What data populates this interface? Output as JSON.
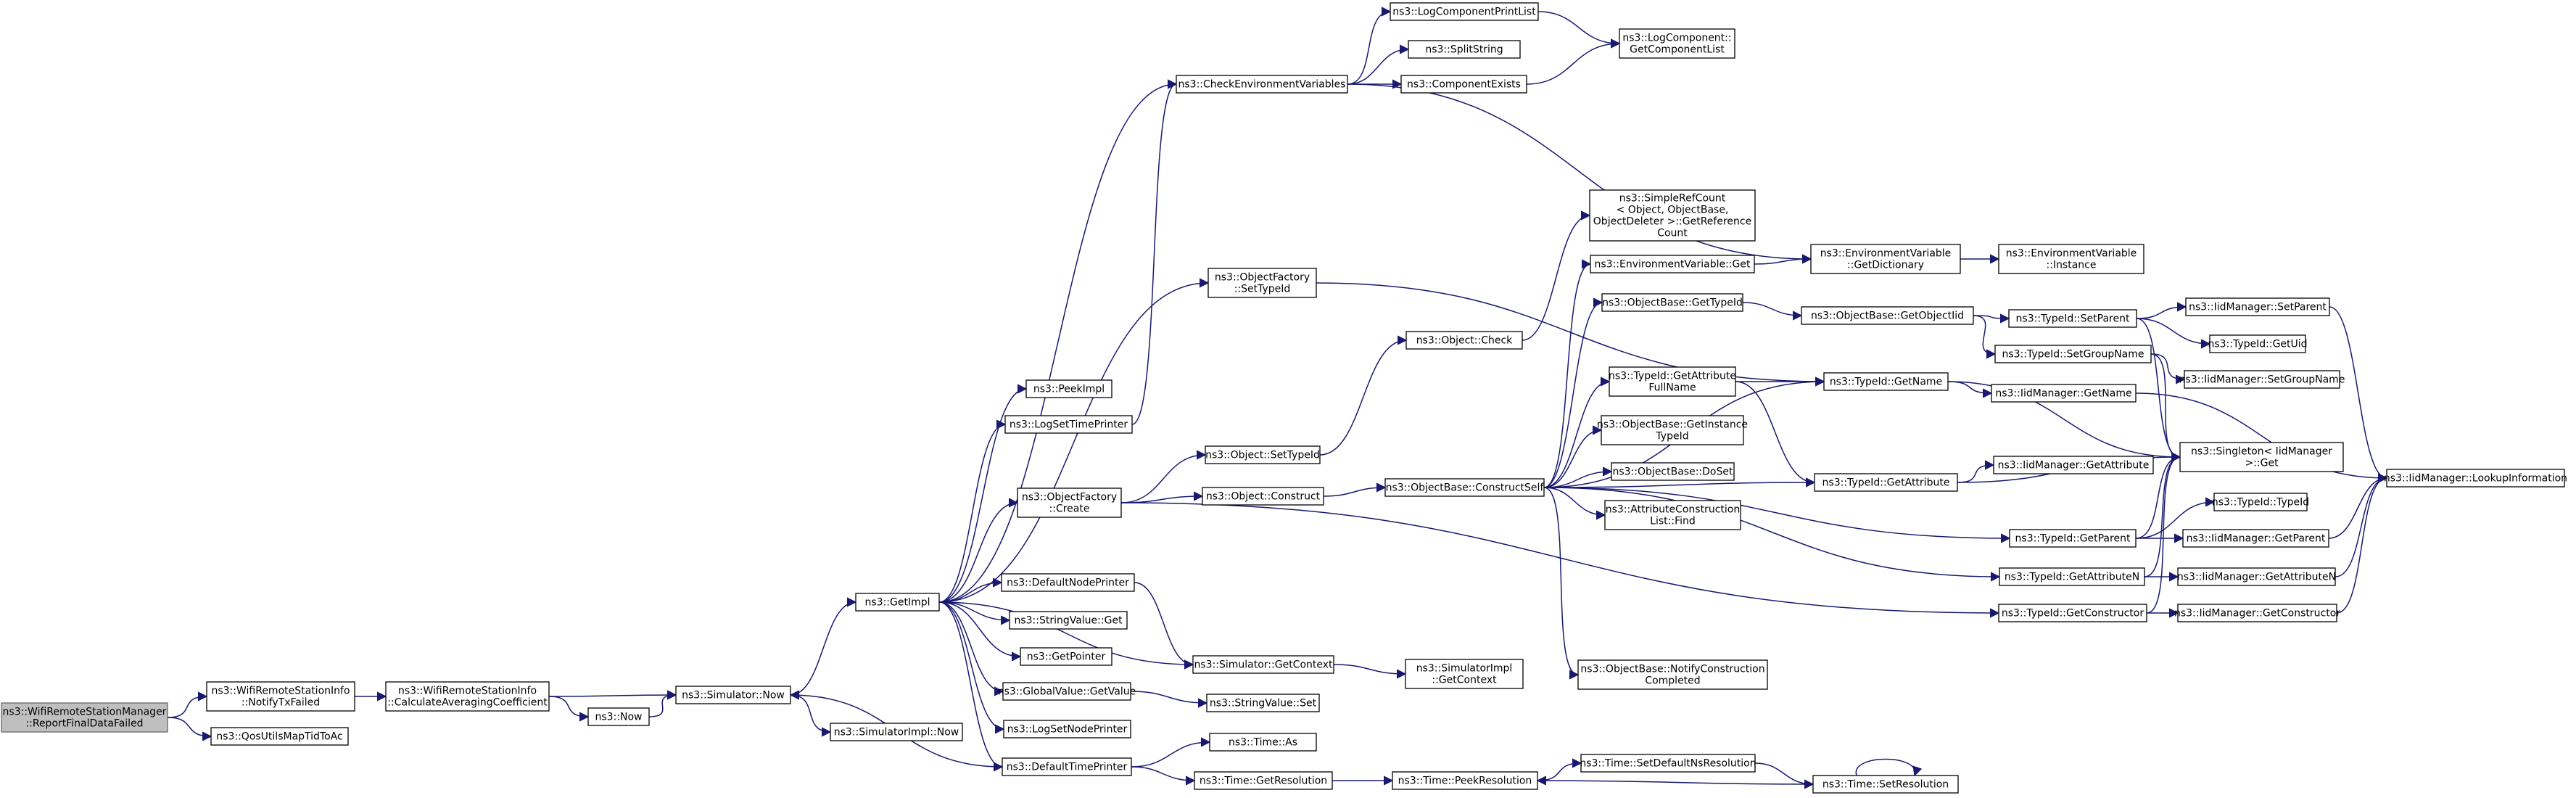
{
  "diagram": {
    "title": "",
    "edge_color": "#191970",
    "root_fill": "#bfbfbf",
    "node_fill": "#ffffff",
    "nodes": [
      {
        "id": "n0",
        "lines": [
          "ns3::WifiRemoteStationManager",
          "::ReportFinalDataFailed"
        ],
        "root": true
      },
      {
        "id": "n1",
        "lines": [
          "ns3::WifiRemoteStationInfo",
          "::NotifyTxFailed"
        ]
      },
      {
        "id": "n2",
        "lines": [
          "ns3::QosUtilsMapTidToAc"
        ]
      },
      {
        "id": "n3",
        "lines": [
          "ns3::WifiRemoteStationInfo",
          "::CalculateAveragingCoefficient"
        ]
      },
      {
        "id": "n4",
        "lines": [
          "ns3::Simulator::Now"
        ]
      },
      {
        "id": "n5",
        "lines": [
          "ns3::Now"
        ]
      },
      {
        "id": "n6",
        "lines": [
          "ns3::GetImpl"
        ]
      },
      {
        "id": "n7",
        "lines": [
          "ns3::SimulatorImpl::Now"
        ]
      },
      {
        "id": "n8",
        "lines": [
          "ns3::PeekImpl"
        ]
      },
      {
        "id": "n9",
        "lines": [
          "ns3::LogSetTimePrinter"
        ]
      },
      {
        "id": "n10",
        "lines": [
          "ns3::ObjectFactory",
          "::Create"
        ]
      },
      {
        "id": "n11",
        "lines": [
          "ns3::DefaultNodePrinter"
        ]
      },
      {
        "id": "n12",
        "lines": [
          "ns3::StringValue::Get"
        ]
      },
      {
        "id": "n13",
        "lines": [
          "ns3::GetPointer"
        ]
      },
      {
        "id": "n14",
        "lines": [
          "ns3::GlobalValue::GetValue"
        ]
      },
      {
        "id": "n15",
        "lines": [
          "ns3::LogSetNodePrinter"
        ]
      },
      {
        "id": "n16",
        "lines": [
          "ns3::DefaultTimePrinter"
        ]
      },
      {
        "id": "n17",
        "lines": [
          "ns3::CheckEnvironmentVariables"
        ]
      },
      {
        "id": "n18",
        "lines": [
          "ns3::ObjectFactory",
          "::SetTypeId"
        ]
      },
      {
        "id": "n19",
        "lines": [
          "ns3::Object::SetTypeId"
        ]
      },
      {
        "id": "n20",
        "lines": [
          "ns3::Object::Construct"
        ]
      },
      {
        "id": "n21",
        "lines": [
          "ns3::Simulator::GetContext"
        ]
      },
      {
        "id": "n22",
        "lines": [
          "ns3::StringValue::Set"
        ]
      },
      {
        "id": "n23",
        "lines": [
          "ns3::Time::As"
        ]
      },
      {
        "id": "n24",
        "lines": [
          "ns3::Time::GetResolution"
        ]
      },
      {
        "id": "n25",
        "lines": [
          "ns3::LogComponentPrintList"
        ]
      },
      {
        "id": "n26",
        "lines": [
          "ns3::SplitString"
        ]
      },
      {
        "id": "n27",
        "lines": [
          "ns3::ComponentExists"
        ]
      },
      {
        "id": "n28",
        "lines": [
          "ns3::Object::Check"
        ]
      },
      {
        "id": "n29",
        "lines": [
          "ns3::ObjectBase::ConstructSelf"
        ]
      },
      {
        "id": "n30",
        "lines": [
          "ns3::SimulatorImpl",
          "::GetContext"
        ]
      },
      {
        "id": "n31",
        "lines": [
          "ns3::Time::PeekResolution"
        ]
      },
      {
        "id": "n32",
        "lines": [
          "ns3::LogComponent::",
          "GetComponentList"
        ]
      },
      {
        "id": "n33",
        "lines": [
          "ns3::SimpleRefCount",
          "< Object, ObjectBase,",
          "ObjectDeleter >::GetReference",
          "Count"
        ]
      },
      {
        "id": "n34",
        "lines": [
          "ns3::EnvironmentVariable::Get"
        ]
      },
      {
        "id": "n35",
        "lines": [
          "ns3::ObjectBase::GetTypeId"
        ]
      },
      {
        "id": "n36",
        "lines": [
          "ns3::TypeId::GetAttribute",
          "FullName"
        ]
      },
      {
        "id": "n37",
        "lines": [
          "ns3::ObjectBase::GetInstance",
          "TypeId"
        ]
      },
      {
        "id": "n38",
        "lines": [
          "ns3::ObjectBase::DoSet"
        ]
      },
      {
        "id": "n39",
        "lines": [
          "ns3::AttributeConstruction",
          "List::Find"
        ]
      },
      {
        "id": "n40",
        "lines": [
          "ns3::ObjectBase::NotifyConstruction",
          "Completed"
        ]
      },
      {
        "id": "n41",
        "lines": [
          "ns3::Time::SetDefaultNsResolution"
        ]
      },
      {
        "id": "n42",
        "lines": [
          "ns3::EnvironmentVariable",
          "::GetDictionary"
        ]
      },
      {
        "id": "n43",
        "lines": [
          "ns3::ObjectBase::GetObjectIid"
        ]
      },
      {
        "id": "n44",
        "lines": [
          "ns3::TypeId::GetName"
        ]
      },
      {
        "id": "n45",
        "lines": [
          "ns3::TypeId::GetAttribute"
        ]
      },
      {
        "id": "n46",
        "lines": [
          "ns3::Time::SetResolution"
        ]
      },
      {
        "id": "n47",
        "lines": [
          "ns3::EnvironmentVariable",
          "::Instance"
        ]
      },
      {
        "id": "n48",
        "lines": [
          "ns3::TypeId::SetParent"
        ]
      },
      {
        "id": "n49",
        "lines": [
          "ns3::TypeId::SetGroupName"
        ]
      },
      {
        "id": "n50",
        "lines": [
          "ns3::IidManager::GetName"
        ]
      },
      {
        "id": "n51",
        "lines": [
          "ns3::IidManager::GetAttribute"
        ]
      },
      {
        "id": "n52",
        "lines": [
          "ns3::TypeId::GetParent"
        ]
      },
      {
        "id": "n53",
        "lines": [
          "ns3::TypeId::GetAttributeN"
        ]
      },
      {
        "id": "n54",
        "lines": [
          "ns3::TypeId::GetConstructor"
        ]
      },
      {
        "id": "n55",
        "lines": [
          "ns3::IidManager::SetParent"
        ]
      },
      {
        "id": "n56",
        "lines": [
          "ns3::TypeId::GetUid"
        ]
      },
      {
        "id": "n57",
        "lines": [
          "ns3::IidManager::SetGroupName"
        ]
      },
      {
        "id": "n58",
        "lines": [
          "ns3::Singleton< IidManager",
          ">::Get"
        ]
      },
      {
        "id": "n59",
        "lines": [
          "ns3::TypeId::TypeId"
        ]
      },
      {
        "id": "n60",
        "lines": [
          "ns3::IidManager::GetParent"
        ]
      },
      {
        "id": "n61",
        "lines": [
          "ns3::IidManager::GetAttributeN"
        ]
      },
      {
        "id": "n62",
        "lines": [
          "ns3::IidManager::GetConstructor"
        ]
      },
      {
        "id": "n63",
        "lines": [
          "ns3::IidManager::LookupInformation"
        ]
      }
    ],
    "edges": [
      [
        "n0",
        "n1"
      ],
      [
        "n0",
        "n2"
      ],
      [
        "n1",
        "n3"
      ],
      [
        "n3",
        "n4"
      ],
      [
        "n3",
        "n5"
      ],
      [
        "n5",
        "n4"
      ],
      [
        "n4",
        "n6"
      ],
      [
        "n4",
        "n7"
      ],
      [
        "n6",
        "n8"
      ],
      [
        "n6",
        "n9"
      ],
      [
        "n6",
        "n10"
      ],
      [
        "n6",
        "n11"
      ],
      [
        "n6",
        "n12"
      ],
      [
        "n6",
        "n13"
      ],
      [
        "n6",
        "n14"
      ],
      [
        "n6",
        "n15"
      ],
      [
        "n6",
        "n16"
      ],
      [
        "n6",
        "n17"
      ],
      [
        "n6",
        "n18"
      ],
      [
        "n6",
        "n21"
      ],
      [
        "n9",
        "n17"
      ],
      [
        "n10",
        "n19"
      ],
      [
        "n10",
        "n20"
      ],
      [
        "n10",
        "n54"
      ],
      [
        "n11",
        "n21"
      ],
      [
        "n14",
        "n22"
      ],
      [
        "n16",
        "n4"
      ],
      [
        "n16",
        "n23"
      ],
      [
        "n16",
        "n24"
      ],
      [
        "n17",
        "n25"
      ],
      [
        "n17",
        "n26"
      ],
      [
        "n17",
        "n27"
      ],
      [
        "n17",
        "n42"
      ],
      [
        "n25",
        "n32"
      ],
      [
        "n27",
        "n32"
      ],
      [
        "n18",
        "n44"
      ],
      [
        "n19",
        "n28"
      ],
      [
        "n20",
        "n29"
      ],
      [
        "n21",
        "n30"
      ],
      [
        "n24",
        "n31"
      ],
      [
        "n28",
        "n33"
      ],
      [
        "n29",
        "n34"
      ],
      [
        "n29",
        "n35"
      ],
      [
        "n29",
        "n36"
      ],
      [
        "n29",
        "n37"
      ],
      [
        "n29",
        "n38"
      ],
      [
        "n29",
        "n39"
      ],
      [
        "n29",
        "n40"
      ],
      [
        "n29",
        "n44"
      ],
      [
        "n29",
        "n45"
      ],
      [
        "n29",
        "n52"
      ],
      [
        "n29",
        "n53"
      ],
      [
        "n31",
        "n41"
      ],
      [
        "n41",
        "n46"
      ],
      [
        "n46",
        "n31"
      ],
      [
        "n46",
        "n46"
      ],
      [
        "n34",
        "n42"
      ],
      [
        "n42",
        "n47"
      ],
      [
        "n35",
        "n43"
      ],
      [
        "n43",
        "n48"
      ],
      [
        "n43",
        "n49"
      ],
      [
        "n36",
        "n44"
      ],
      [
        "n36",
        "n45"
      ],
      [
        "n44",
        "n50"
      ],
      [
        "n44",
        "n58"
      ],
      [
        "n45",
        "n51"
      ],
      [
        "n45",
        "n58"
      ],
      [
        "n48",
        "n55"
      ],
      [
        "n48",
        "n56"
      ],
      [
        "n48",
        "n58"
      ],
      [
        "n49",
        "n57"
      ],
      [
        "n49",
        "n58"
      ],
      [
        "n50",
        "n63"
      ],
      [
        "n52",
        "n58"
      ],
      [
        "n52",
        "n59"
      ],
      [
        "n52",
        "n60"
      ],
      [
        "n53",
        "n58"
      ],
      [
        "n53",
        "n61"
      ],
      [
        "n54",
        "n58"
      ],
      [
        "n54",
        "n62"
      ],
      [
        "n55",
        "n63"
      ],
      [
        "n60",
        "n63"
      ],
      [
        "n61",
        "n63"
      ],
      [
        "n62",
        "n63"
      ]
    ]
  }
}
